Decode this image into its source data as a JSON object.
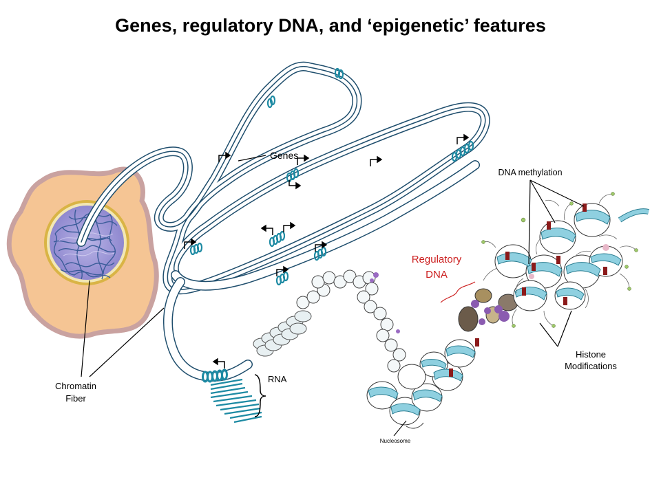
{
  "title": "Genes, regulatory DNA, and ‘epigenetic’ features",
  "labels": {
    "genes": "Genes",
    "chromatin_line1": "Chromatin",
    "chromatin_line2": "Fiber",
    "rna": "RNA",
    "regulatory_line1": "Regulatory",
    "regulatory_line2": "DNA",
    "dna_methylation": "DNA methylation",
    "histone_line1": "Histone",
    "histone_line2": "Modifications",
    "nucleosome": "Nucleosome"
  },
  "colors": {
    "cell": "#f5c594",
    "cell_edge": "#c9a2a0",
    "nucleus_ring": "#d9b445",
    "chromatin_blue": "#3a5c99",
    "fiber_outline": "#1f4e6d",
    "gene_teal": "#1d8aa3",
    "nucleosome_cyan": "#8fd0e0",
    "methylation_red": "#8b1a1a",
    "regulatory_red": "#cc1f1f",
    "protein_purple": "#8a5bb0",
    "protein_brown": "#7a6a58"
  }
}
